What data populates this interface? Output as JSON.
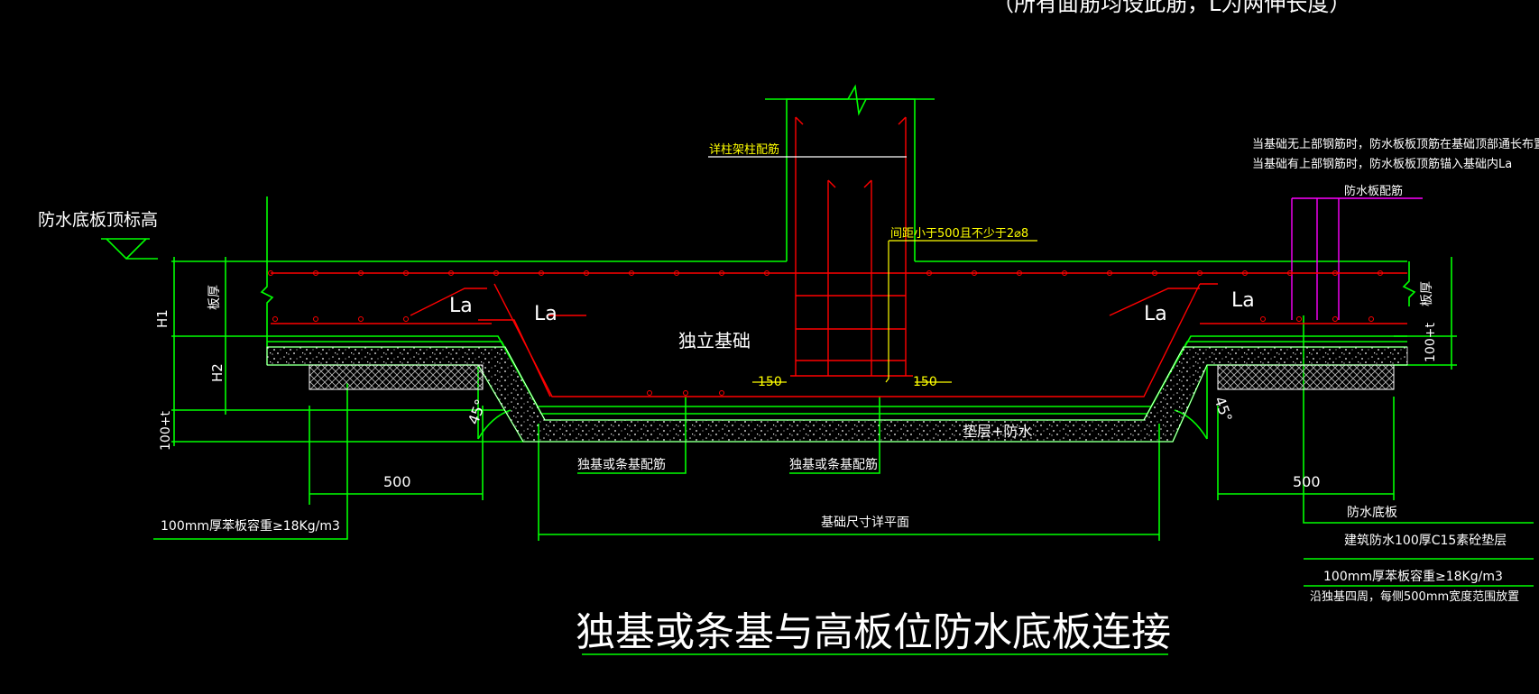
{
  "header_note": "（所有面筋均设此筋，L为两伸长度）",
  "labels": {
    "waterproof_top_elev": "防水底板顶标高",
    "column_rebar": "详柱架柱配筋",
    "spacing_note": "间距小于500且不少于2⌀8",
    "independent_foundation": "独立基础",
    "la_1": "La",
    "la_2": "La",
    "la_3": "La",
    "la_4": "La",
    "dim_150_left": "150",
    "dim_150_right": "150",
    "angle_left": "45°",
    "angle_right": "45°",
    "cushion_waterproof": "垫层+防水",
    "base_rebar_1": "独基或条基配筋",
    "base_rebar_2": "独基或条基配筋",
    "foundation_size": "基础尺寸详平面",
    "dim_500_left": "500",
    "dim_500_right": "500",
    "foam_board_left": "100mm厚苯板容重≥18Kg/m3",
    "dim_h1": "H1",
    "dim_h2": "H2",
    "dim_100t_left": "100+t",
    "dim_100t_right": "100+t",
    "board_thickness_left": "板厚",
    "board_thickness_right": "板厚",
    "right_note_1": "当基础无上部钢筋时，防水板板顶筋在基础顶部通长布置",
    "right_note_2": "当基础有上部钢筋时，防水板板顶筋锚入基础内La",
    "waterproof_board_rebar": "防水板配筋",
    "waterproof_slab": "防水底板",
    "c15_cushion": "建筑防水100厚C15素砼垫层",
    "foam_board_right": "100mm厚苯板容重≥18Kg/m3",
    "foam_board_note": "沿独基四周，每侧500mm宽度范围放置",
    "drawing_title": "独基或条基与高板位防水底板连接"
  },
  "colors": {
    "background": "#000000",
    "outline": "#00ff00",
    "rebar": "#ff0000",
    "text": "#ffffff",
    "leader": "#ffff00",
    "magenta": "#ff00ff"
  }
}
